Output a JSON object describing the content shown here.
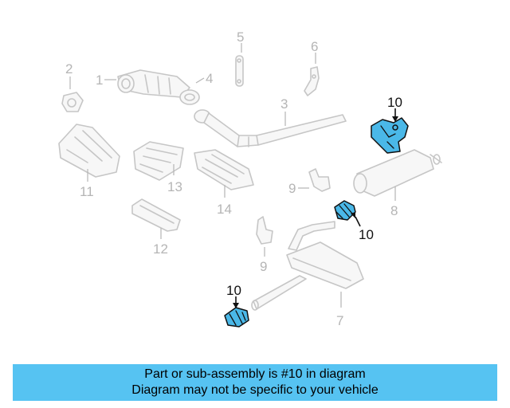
{
  "parts": {
    "p1": "1",
    "p2": "2",
    "p3": "3",
    "p4": "4",
    "p5": "5",
    "p6": "6",
    "p7": "7",
    "p8": "8",
    "p9a": "9",
    "p9b": "9",
    "p10a": "10",
    "p10b": "10",
    "p10c": "10",
    "p11": "11",
    "p12": "12",
    "p13": "13",
    "p14": "14"
  },
  "highlight_color": "#4ab8e8",
  "banner": {
    "line1": "Part or sub-assembly is #10 in diagram",
    "line2": "Diagram may not be specific to your vehicle",
    "color": "#56c3f2"
  }
}
